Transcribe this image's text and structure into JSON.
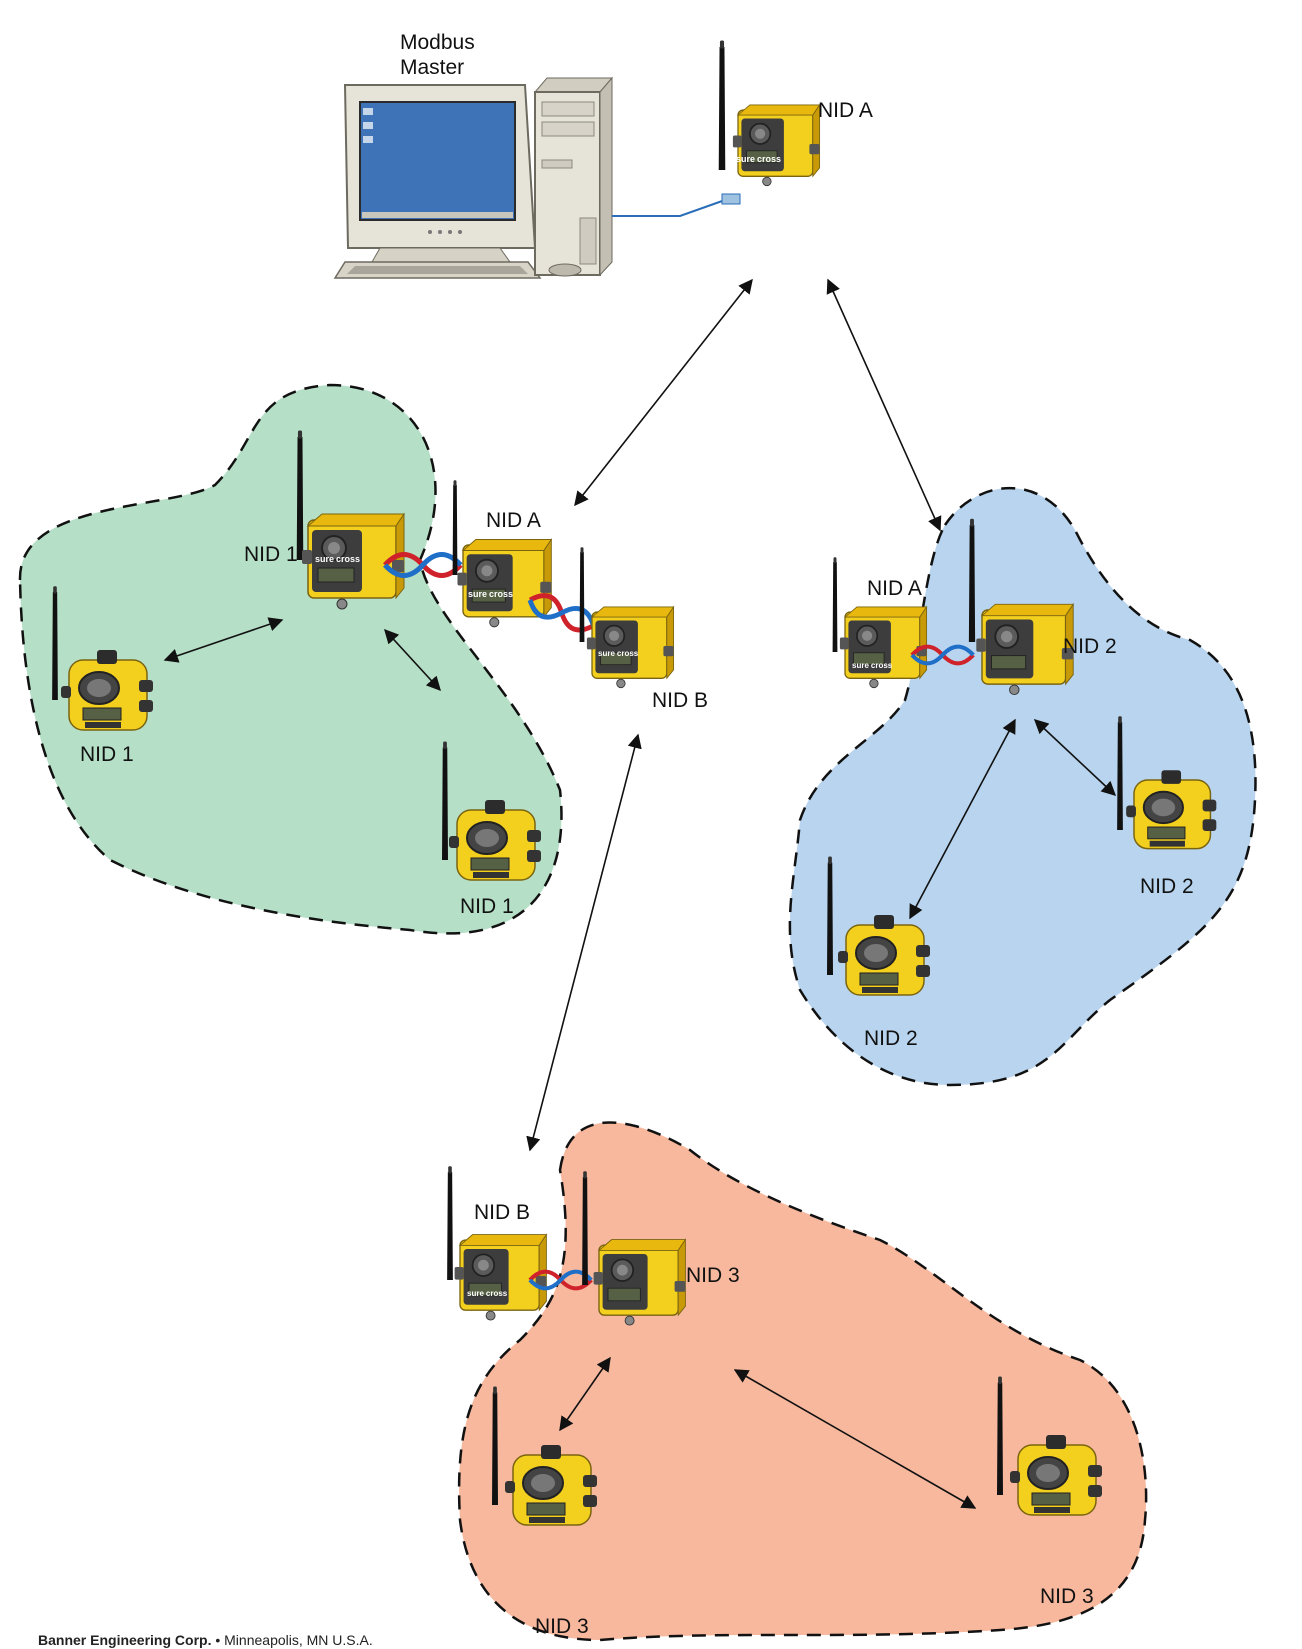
{
  "labels": {
    "modbus_master_line1": "Modbus",
    "modbus_master_line2": "Master",
    "top_nid": "NID A",
    "green_gateway": "NID 1",
    "green_node_left": "NID 1",
    "green_node_bottom": "NID 1",
    "mid_nid_a": "NID A",
    "mid_nid_b": "NID B",
    "blue_nid_a": "NID A",
    "blue_gateway": "NID 2",
    "blue_node_right": "NID 2",
    "blue_node_bottom": "NID 2",
    "orange_nid_b": "NID B",
    "orange_gateway": "NID 3",
    "orange_node_left": "NID 3",
    "orange_node_right": "NID 3"
  },
  "device_branding": {
    "sure": "sure",
    "cross": "cross"
  },
  "footer": {
    "company": "Banner Engineering Corp.",
    "location": " • Minneapolis, MN U.S.A."
  },
  "colors": {
    "green_network": "#b5dfc6",
    "blue_network": "#b8d4ee",
    "orange_network": "#f7b89e",
    "device_yellow": "#f3cf1e",
    "device_dark": "#3d3d3d",
    "cable_red": "#d0222a",
    "cable_blue": "#1f6fc9",
    "ethernet_cable": "#2a6db8"
  }
}
